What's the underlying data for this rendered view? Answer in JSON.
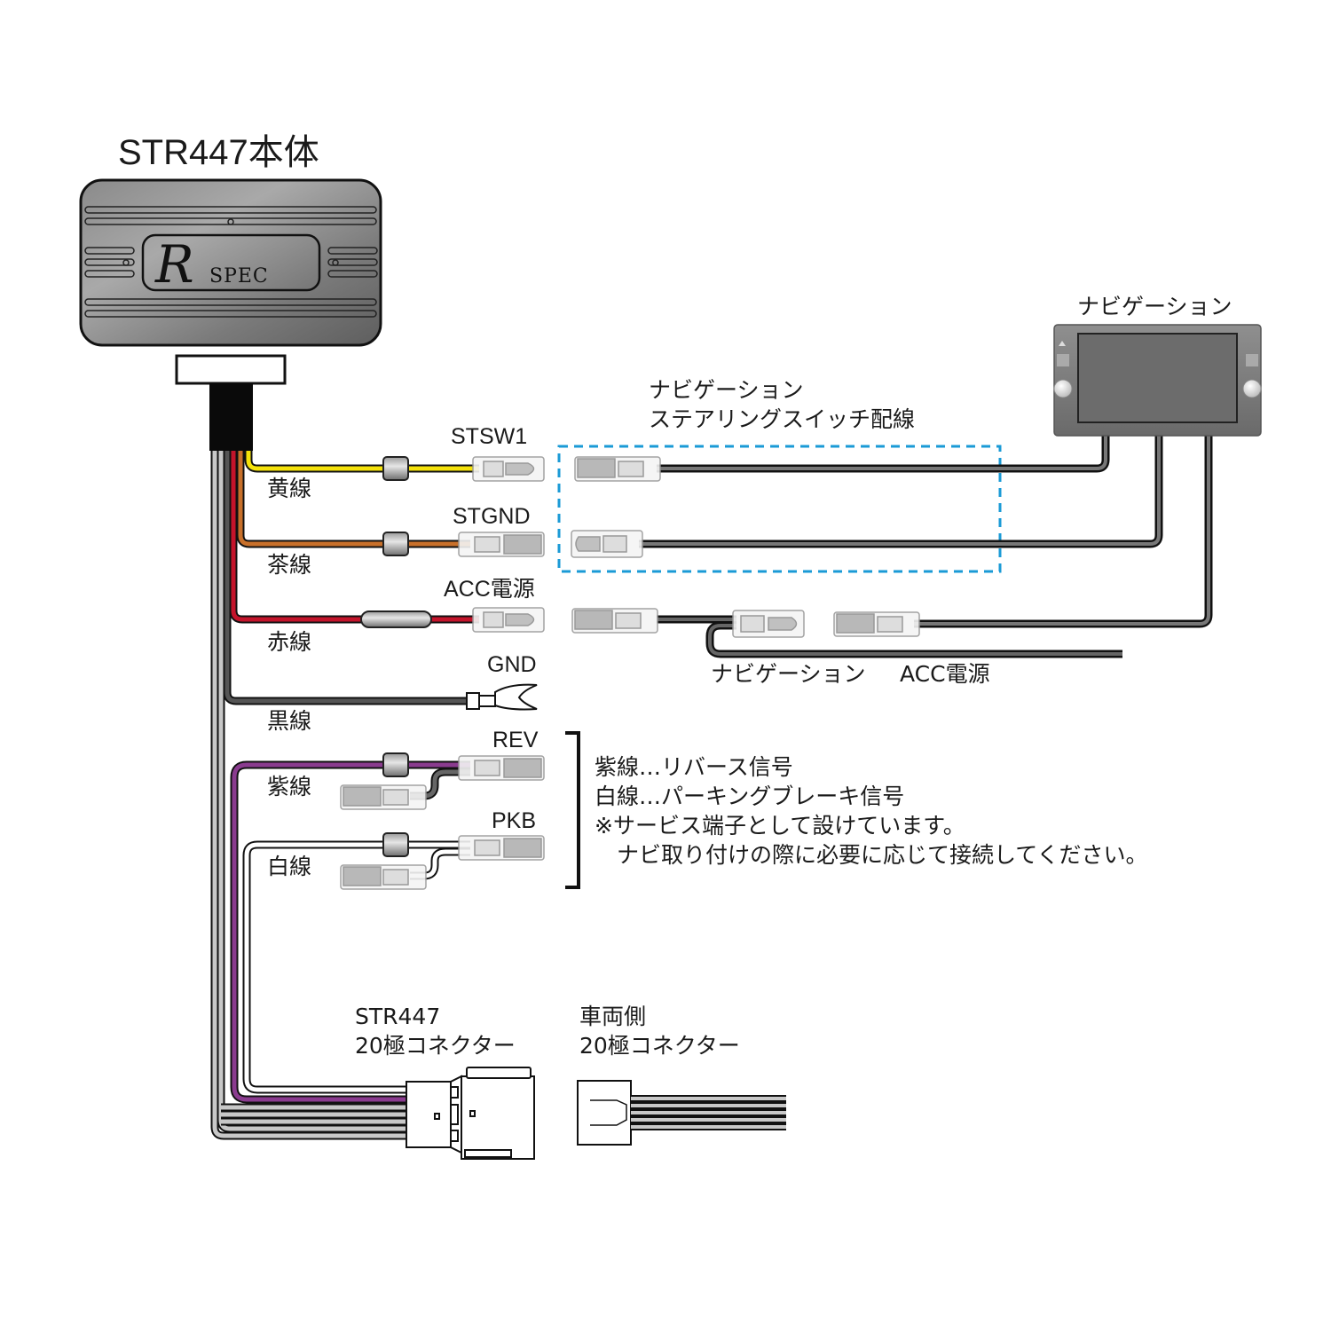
{
  "unit": {
    "title": "STR447本体",
    "logo_letter": "R",
    "logo_text": "SPEC"
  },
  "navigation": {
    "label": "ナビゲーション"
  },
  "steering_harness": {
    "label_line1": "ナビゲーション",
    "label_line2": "ステアリングスイッチ配線",
    "highlight_color": "#1a9ad6"
  },
  "wires": [
    {
      "id": "yellow",
      "pin": "STSW1",
      "label": "黄線",
      "color": "#f5e20a"
    },
    {
      "id": "brown",
      "pin": "STGND",
      "label": "茶線",
      "color": "#c8702a"
    },
    {
      "id": "red",
      "pin": "ACC電源",
      "label": "赤線",
      "color": "#c4142b"
    },
    {
      "id": "black",
      "pin": "GND",
      "label": "黒線",
      "color": "#555555"
    },
    {
      "id": "purple",
      "pin": "REV",
      "label": "紫線",
      "color": "#8a3b8f"
    },
    {
      "id": "white",
      "pin": "PKB",
      "label": "白線",
      "color": "#ffffff"
    }
  ],
  "nav_acc": {
    "label_left": "ナビゲーション",
    "label_right": "ACC電源"
  },
  "notes": {
    "line1": "紫線…リバース信号",
    "line2": "白線…パーキングブレーキ信号",
    "line3": "※サービス端子として設けています。",
    "line4": "　ナビ取り付けの際に必要に応じて接続してください。"
  },
  "connectors": {
    "str447_line1": "STR447",
    "str447_line2": "20極コネクター",
    "vehicle_line1": "車両側",
    "vehicle_line2": "20極コネクター"
  }
}
